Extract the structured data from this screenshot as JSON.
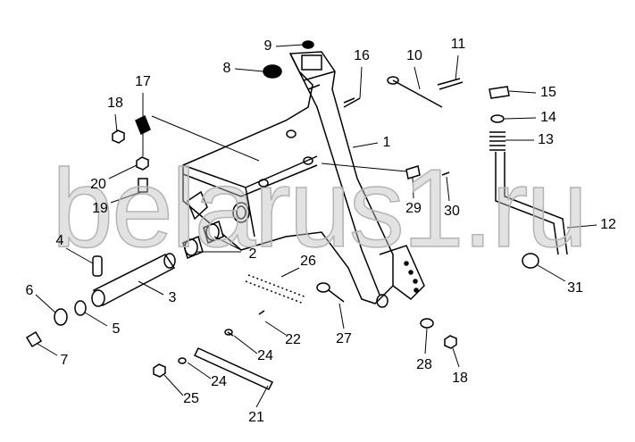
{
  "watermark": "belarus1.ru",
  "callouts": [
    {
      "id": "c9",
      "text": "9"
    },
    {
      "id": "c8",
      "text": "8"
    },
    {
      "id": "c16",
      "text": "16"
    },
    {
      "id": "c10",
      "text": "10"
    },
    {
      "id": "c11",
      "text": "11"
    },
    {
      "id": "c15",
      "text": "15"
    },
    {
      "id": "c14",
      "text": "14"
    },
    {
      "id": "c13",
      "text": "13"
    },
    {
      "id": "c1",
      "text": "1"
    },
    {
      "id": "c17",
      "text": "17"
    },
    {
      "id": "c18a",
      "text": "18"
    },
    {
      "id": "c20",
      "text": "20"
    },
    {
      "id": "c19",
      "text": "19"
    },
    {
      "id": "c29",
      "text": "29"
    },
    {
      "id": "c30",
      "text": "30"
    },
    {
      "id": "c4",
      "text": "4"
    },
    {
      "id": "c2",
      "text": "2"
    },
    {
      "id": "c26",
      "text": "26"
    },
    {
      "id": "c12",
      "text": "12"
    },
    {
      "id": "c3",
      "text": "3"
    },
    {
      "id": "c6",
      "text": "6"
    },
    {
      "id": "c5",
      "text": "5"
    },
    {
      "id": "c7",
      "text": "7"
    },
    {
      "id": "c27",
      "text": "27"
    },
    {
      "id": "c22",
      "text": "22"
    },
    {
      "id": "c24a",
      "text": "24"
    },
    {
      "id": "c24b",
      "text": "24"
    },
    {
      "id": "c25",
      "text": "25"
    },
    {
      "id": "c28",
      "text": "28"
    },
    {
      "id": "c18b",
      "text": "18"
    },
    {
      "id": "c21",
      "text": "21"
    },
    {
      "id": "c31",
      "text": "31"
    }
  ]
}
